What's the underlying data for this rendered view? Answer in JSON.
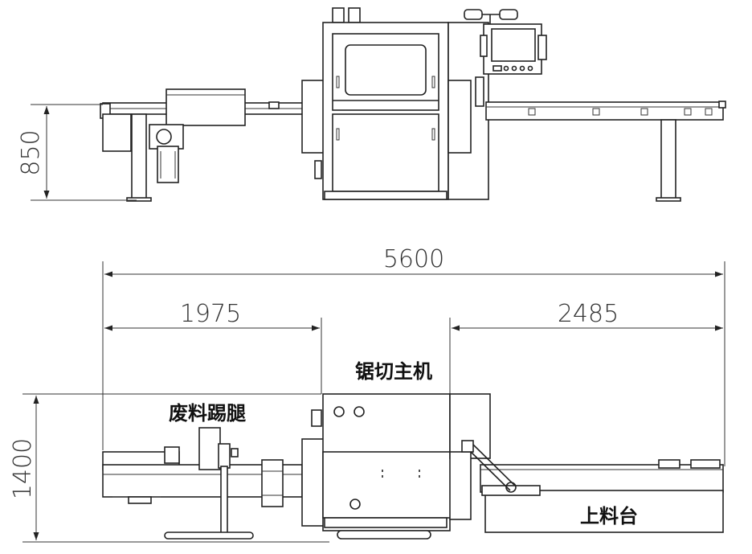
{
  "dimensions": {
    "height_front": "850",
    "total_length": "5600",
    "left_section": "1975",
    "right_section": "2485",
    "depth": "1400"
  },
  "labels": {
    "main_saw": "锯切主机",
    "waste_kicker": "废料踢腿",
    "feed_table": "上料台"
  }
}
